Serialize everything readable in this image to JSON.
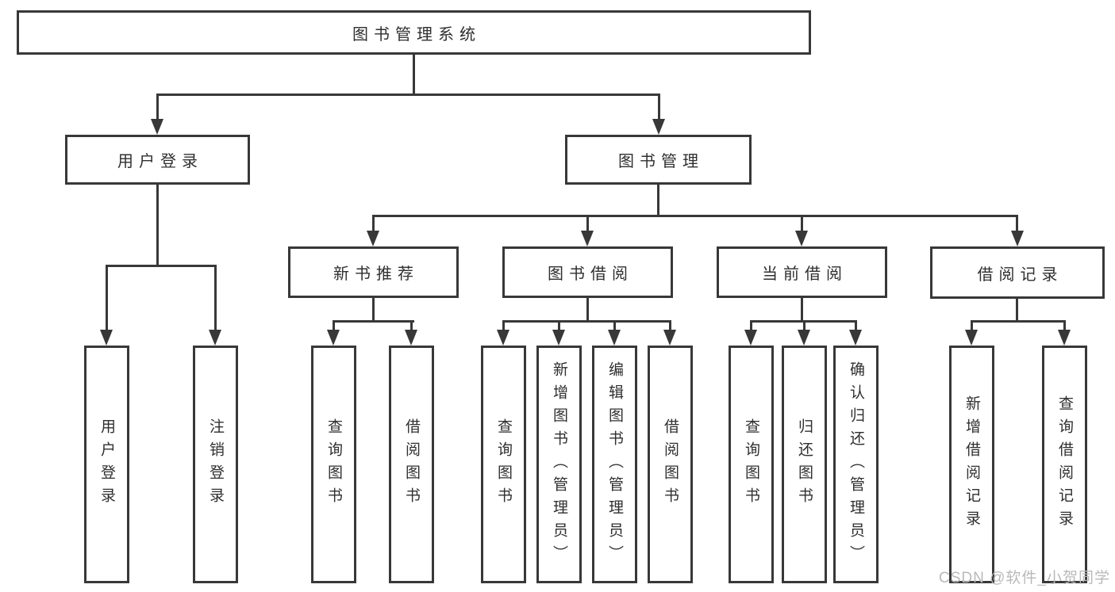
{
  "tree": {
    "label": "图书管理系统",
    "children": [
      {
        "label": "用户登录",
        "children": [
          {
            "label": "用户登录"
          },
          {
            "label": "注销登录"
          }
        ]
      },
      {
        "label": "图书管理",
        "children": [
          {
            "label": "新书推荐",
            "children": [
              {
                "label": "查询图书"
              },
              {
                "label": "借阅图书"
              }
            ]
          },
          {
            "label": "图书借阅",
            "children": [
              {
                "label": "查询图书"
              },
              {
                "label": "新增图书（管理员）"
              },
              {
                "label": "编辑图书（管理员）"
              },
              {
                "label": "借阅图书"
              }
            ]
          },
          {
            "label": "当前借阅",
            "children": [
              {
                "label": "查询图书"
              },
              {
                "label": "归还图书"
              },
              {
                "label": "确认归还（管理员）"
              }
            ]
          },
          {
            "label": "借阅记录",
            "children": [
              {
                "label": "新增借阅记录"
              },
              {
                "label": "查询借阅记录"
              }
            ]
          }
        ]
      }
    ]
  },
  "watermark": {
    "text": "CSDN @软件_小贺同学"
  },
  "colors": {
    "stroke": "#383838",
    "text": "#2f2f2f",
    "watermark": "#b9b9b9",
    "background": "#ffffff"
  }
}
